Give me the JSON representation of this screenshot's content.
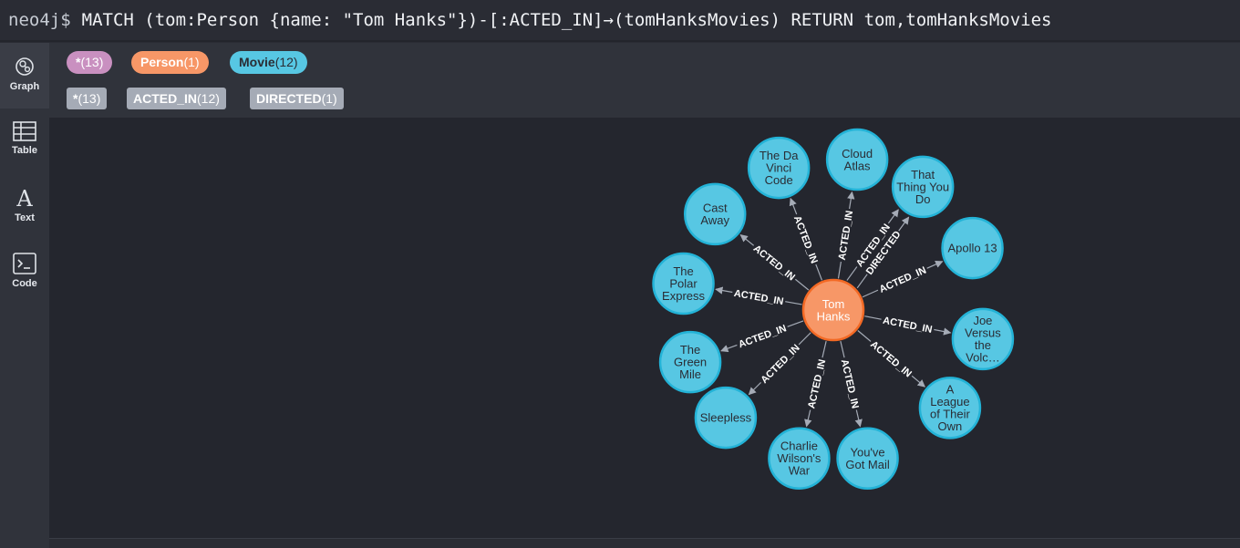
{
  "query": {
    "prompt": "neo4j$",
    "text": "MATCH (tom:Person {name: \"Tom Hanks\"})-[:ACTED_IN]→(tomHanksMovies) RETURN tom,tomHanksMovies"
  },
  "sidebar": {
    "items": [
      {
        "label": "Graph",
        "icon": "graph-icon"
      },
      {
        "label": "Table",
        "icon": "table-icon"
      },
      {
        "label": "Text",
        "icon": "text-icon"
      },
      {
        "label": "Code",
        "icon": "code-icon"
      }
    ]
  },
  "node_labels": {
    "all": {
      "name": "*",
      "count": "(13)"
    },
    "person": {
      "name": "Person",
      "count": "(1)"
    },
    "movie": {
      "name": "Movie",
      "count": "(12)"
    }
  },
  "rel_types": {
    "all": {
      "name": "*",
      "count": "(13)"
    },
    "acted_in": {
      "name": "ACTED_IN",
      "count": "(12)"
    },
    "directed": {
      "name": "DIRECTED",
      "count": "(1)"
    }
  },
  "colors": {
    "person": "#f79767",
    "movie": "#57c7e3",
    "all": "#c990c0",
    "rel": "#a5abb6"
  },
  "graph": {
    "center": {
      "lines": [
        "Tom",
        "Hanks"
      ]
    },
    "nodes": [
      {
        "lines": [
          "The Da",
          "Vinci",
          "Code"
        ],
        "rel": "ACTED_IN"
      },
      {
        "lines": [
          "Cloud",
          "Atlas"
        ],
        "rel": "ACTED_IN"
      },
      {
        "lines": [
          "That",
          "Thing You",
          "Do"
        ],
        "rel": "ACTED_IN"
      },
      {
        "lines": [
          "Apollo 13"
        ],
        "rel": "ACTED_IN"
      },
      {
        "lines": [
          "Joe",
          "Versus",
          "the",
          "Volc…"
        ],
        "rel": "ACTED_IN"
      },
      {
        "lines": [
          "A",
          "League",
          "of Their",
          "Own"
        ],
        "rel": "ACTED_IN"
      },
      {
        "lines": [
          "You've",
          "Got Mail"
        ],
        "rel": "ACTED_IN"
      },
      {
        "lines": [
          "Charlie",
          "Wilson's",
          "War"
        ],
        "rel": "ACTED_IN"
      },
      {
        "lines": [
          "Sleepless"
        ],
        "rel": "ACTED_IN"
      },
      {
        "lines": [
          "The",
          "Green",
          "Mile"
        ],
        "rel": "ACTED_IN"
      },
      {
        "lines": [
          "The",
          "Polar",
          "Express"
        ],
        "rel": "ACTED_IN"
      },
      {
        "lines": [
          "Cast",
          "Away"
        ],
        "rel": "ACTED_IN"
      }
    ],
    "extra_rel": {
      "target": 2,
      "rel": "DIRECTED"
    }
  }
}
